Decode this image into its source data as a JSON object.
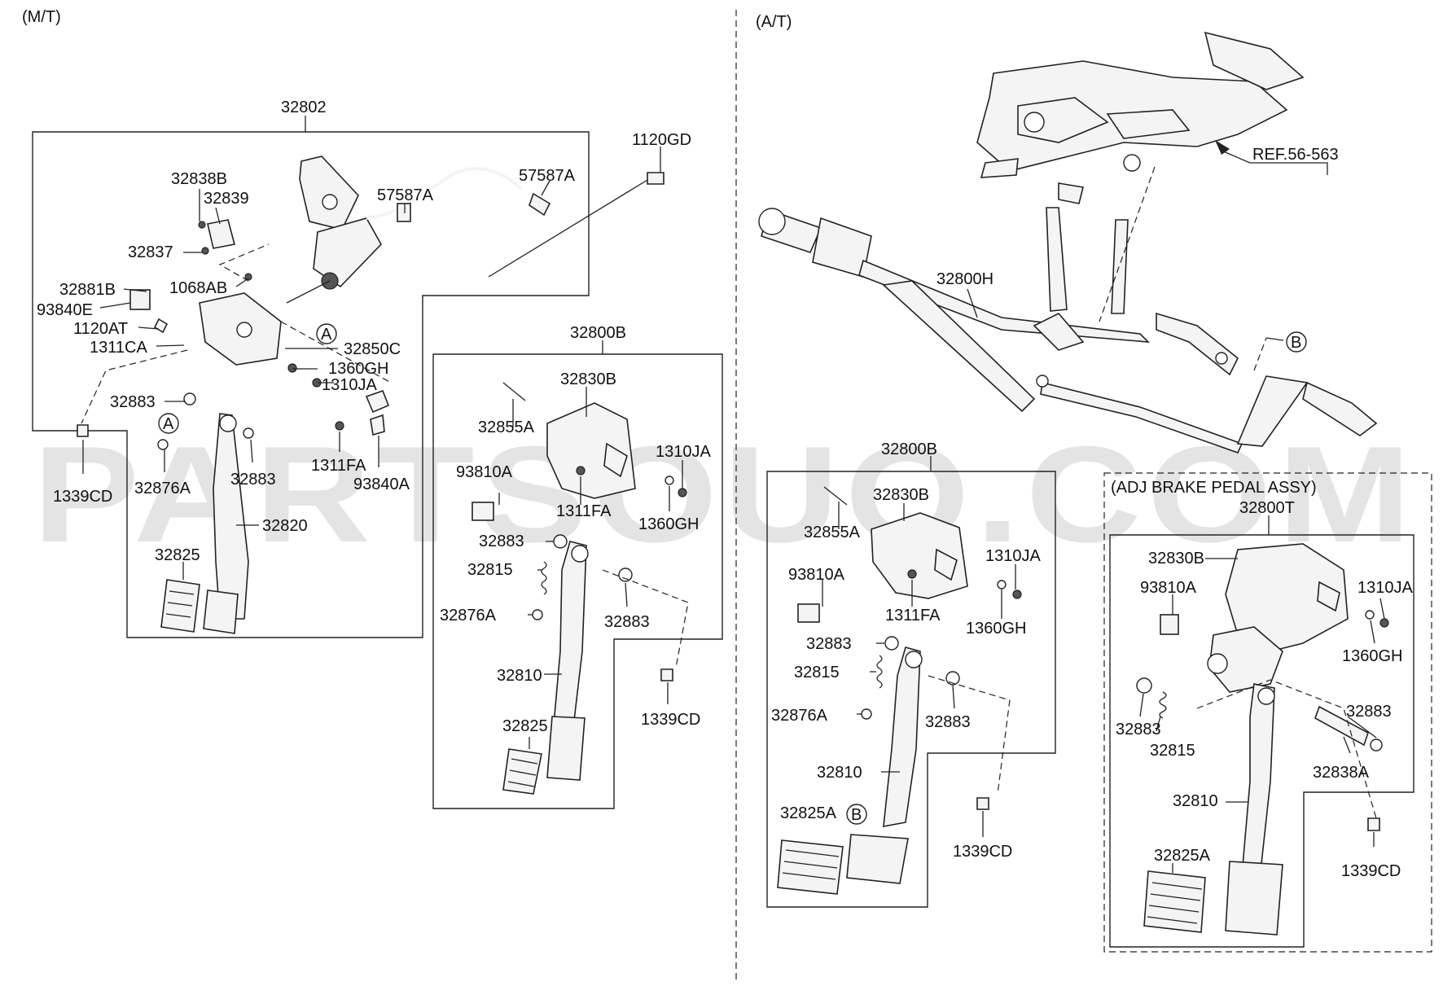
{
  "sections": {
    "mt": "(M/T)",
    "at": "(A/T)",
    "adj": "(ADJ BRAKE PEDAL ASSY)"
  },
  "ref": "REF.56-563",
  "callouts": {
    "A": "A",
    "B": "B"
  },
  "watermark": "PARTSOUQ.COM",
  "labels": {
    "l_32802": "32802",
    "l_1120GD": "1120GD",
    "l_32838B": "32838B",
    "l_32839": "32839",
    "l_57587A_1": "57587A",
    "l_57587A_2": "57587A",
    "l_32837": "32837",
    "l_32881B": "32881B",
    "l_1068AB": "1068AB",
    "l_93840E": "93840E",
    "l_1120AT": "1120AT",
    "l_1311CA": "1311CA",
    "l_32850C": "32850C",
    "l_1360GH_mt": "1360GH",
    "l_1310JA_mt": "1310JA",
    "l_32883_mt1": "32883",
    "l_32876A_mt": "32876A",
    "l_32883_mt2": "32883",
    "l_1311FA_mt": "1311FA",
    "l_93840A": "93840A",
    "l_1339CD_mt": "1339CD",
    "l_32820": "32820",
    "l_32825_mt": "32825",
    "l_32800B_1": "32800B",
    "l_32830B_1": "32830B",
    "l_32855A_1": "32855A",
    "l_1310JA_1": "1310JA",
    "l_93810A_1": "93810A",
    "l_1311FA_1": "1311FA",
    "l_1360GH_1": "1360GH",
    "l_32883_b1": "32883",
    "l_32815_1": "32815",
    "l_32876A_1": "32876A",
    "l_32883_b2": "32883",
    "l_32810_1": "32810",
    "l_1339CD_1": "1339CD",
    "l_32825_1": "32825",
    "l_32800H": "32800H",
    "l_32800B_2": "32800B",
    "l_32830B_2": "32830B",
    "l_32855A_2": "32855A",
    "l_1310JA_2": "1310JA",
    "l_93810A_2": "93810A",
    "l_1311FA_2": "1311FA",
    "l_1360GH_2": "1360GH",
    "l_32883_c1": "32883",
    "l_32815_2": "32815",
    "l_32876A_2": "32876A",
    "l_32883_c2": "32883",
    "l_32810_2": "32810",
    "l_32825A_2": "32825A",
    "l_1339CD_2": "1339CD",
    "l_32800T": "32800T",
    "l_32830B_3": "32830B",
    "l_1310JA_3": "1310JA",
    "l_93810A_3": "93810A",
    "l_1360GH_3": "1360GH",
    "l_32883_d1": "32883",
    "l_32883_d2": "32883",
    "l_32815_3": "32815",
    "l_32838A": "32838A",
    "l_32810_3": "32810",
    "l_32825A_3": "32825A",
    "l_1339CD_3": "1339CD"
  }
}
